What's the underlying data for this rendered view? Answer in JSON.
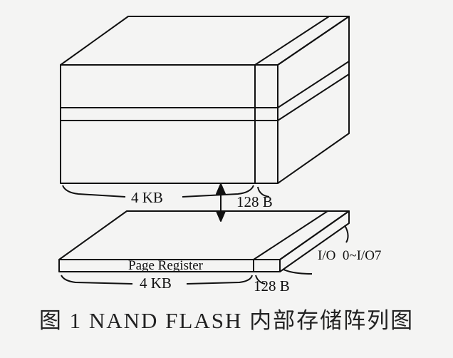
{
  "block_labels": {
    "main_size": "4 KB",
    "spare_size": "128 B"
  },
  "register_labels": {
    "name": "Page Register",
    "main_size": "4 KB",
    "spare_size": "128 B",
    "io": "I/O  0~I/O7"
  },
  "caption": "图 1   NAND FLASH 内部存储阵列图",
  "colors": {
    "line": "#111111",
    "background": "#f4f4f3",
    "caption": "#222222"
  }
}
